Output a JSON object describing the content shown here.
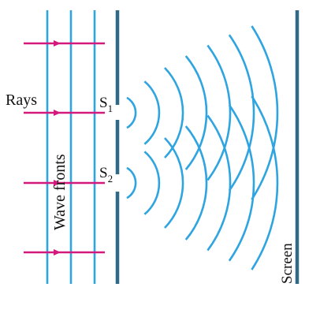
{
  "labels": {
    "rays": "Rays",
    "wave_fronts": "Wave fronts",
    "slit_1": "S",
    "slit_1_sub": "1",
    "slit_2": "S",
    "slit_2_sub": "2",
    "screen": "Screen"
  },
  "colors": {
    "wavefront": "#2ea4e0",
    "ray": "#d4197c",
    "barrier": "#2f6b86",
    "text": "#111111"
  },
  "icons": {
    "ray_arrowhead": "arrowhead-right-icon"
  }
}
